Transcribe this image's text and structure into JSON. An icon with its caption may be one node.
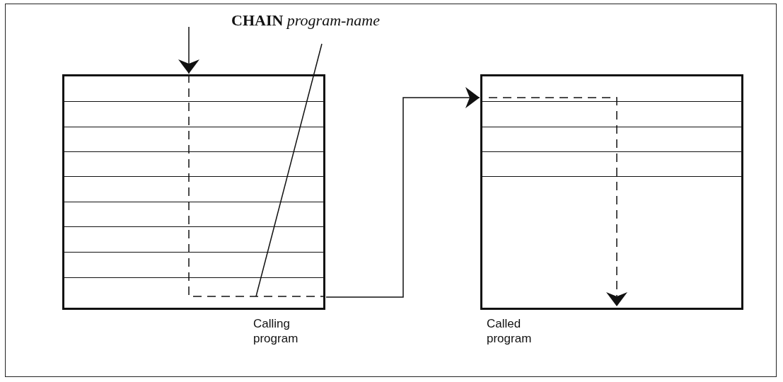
{
  "diagram": {
    "nodes": [
      {
        "text": [],
        "shape": "box",
        "beside": [
          "Calling program"
        ]
      },
      {
        "text": [],
        "shape": "box",
        "beside": [
          "Called program"
        ]
      },
      {
        "text": [
          "**CHAIN** *program-name*"
        ]
      }
    ],
    "edges": [
      {
        "from": null,
        "to": 0,
        "arrow": "to"
      },
      {
        "from": 0,
        "to": 1,
        "arrow": "to"
      },
      {
        "from": 2,
        "to": 0,
        "arrow": "none"
      }
    ]
  }
}
